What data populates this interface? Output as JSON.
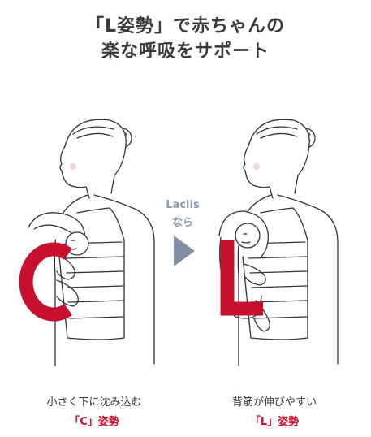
{
  "header": {
    "title_line1": "「L姿勢」で赤ちゃんの",
    "title_line2": "楽な呼吸をサポート"
  },
  "arrow": {
    "label_line1": "Laclis",
    "label_line2": "なら"
  },
  "left_panel": {
    "caption": "小さく下に沈み込む",
    "posture_label": "「C」姿勢",
    "letter": "C"
  },
  "right_panel": {
    "caption": "背筋が伸びやすい",
    "posture_label": "「L」姿勢",
    "letter": "L"
  },
  "colors": {
    "accent_red": "#c8102e",
    "arrow_gray": "#8a9aab",
    "title_text": "#3a3a3a"
  }
}
